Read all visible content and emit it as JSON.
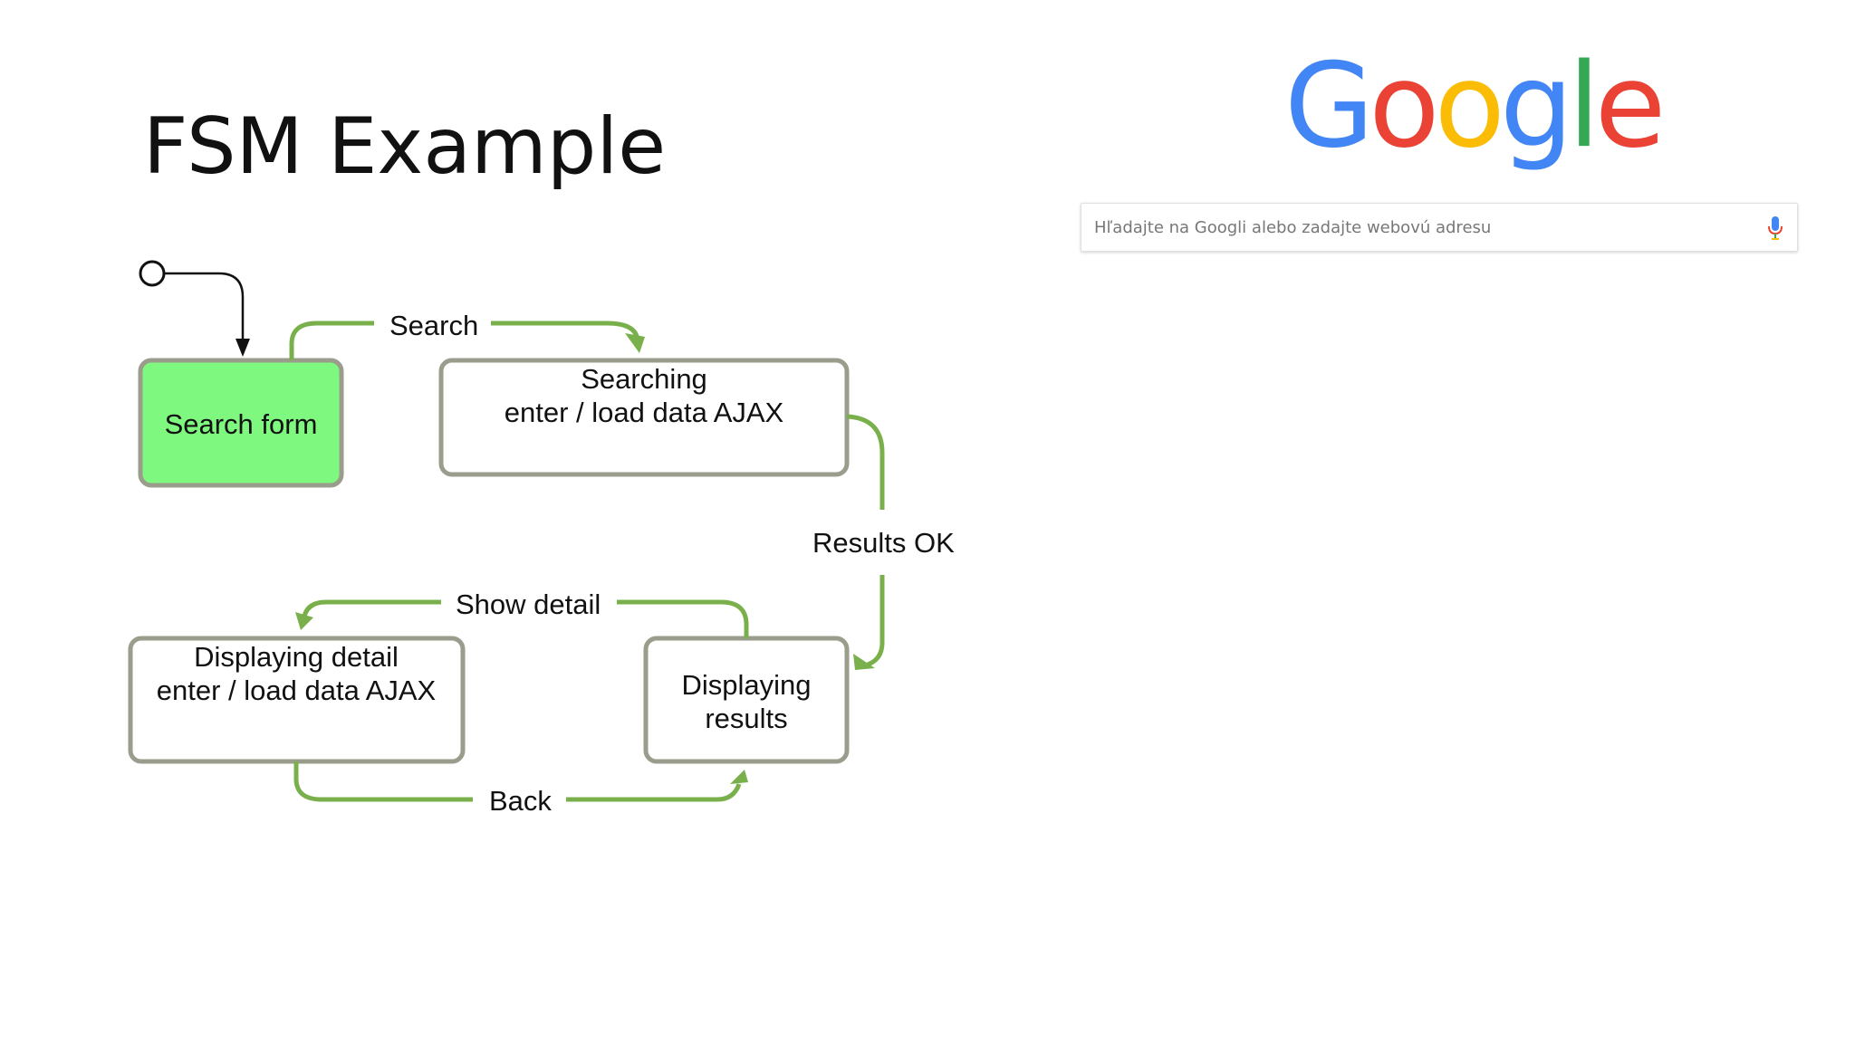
{
  "slide": {
    "title": "FSM Example"
  },
  "diagram": {
    "states": {
      "search_form": "Search form",
      "searching_line1": "Searching",
      "searching_line2": "enter / load data AJAX",
      "displaying_results_line1": "Displaying",
      "displaying_results_line2": "results",
      "displaying_detail_line1": "Displaying detail",
      "displaying_detail_line2": "enter / load data AJAX"
    },
    "transitions": {
      "search": "Search",
      "results_ok": "Results OK",
      "show_detail": "Show detail",
      "back": "Back"
    },
    "colors": {
      "active_state_fill": "#7ef87e",
      "state_border": "#9a9c8c",
      "transition": "#7ab04c"
    }
  },
  "google": {
    "logo_letters": [
      "G",
      "o",
      "o",
      "g",
      "l",
      "e"
    ],
    "logo_colors": [
      "#4285f4",
      "#ea4335",
      "#fbbc05",
      "#4285f4",
      "#34a853",
      "#ea4335"
    ],
    "search_placeholder": "Hľadajte na Googli alebo zadajte webovú adresu",
    "mic_icon": "microphone-icon"
  }
}
